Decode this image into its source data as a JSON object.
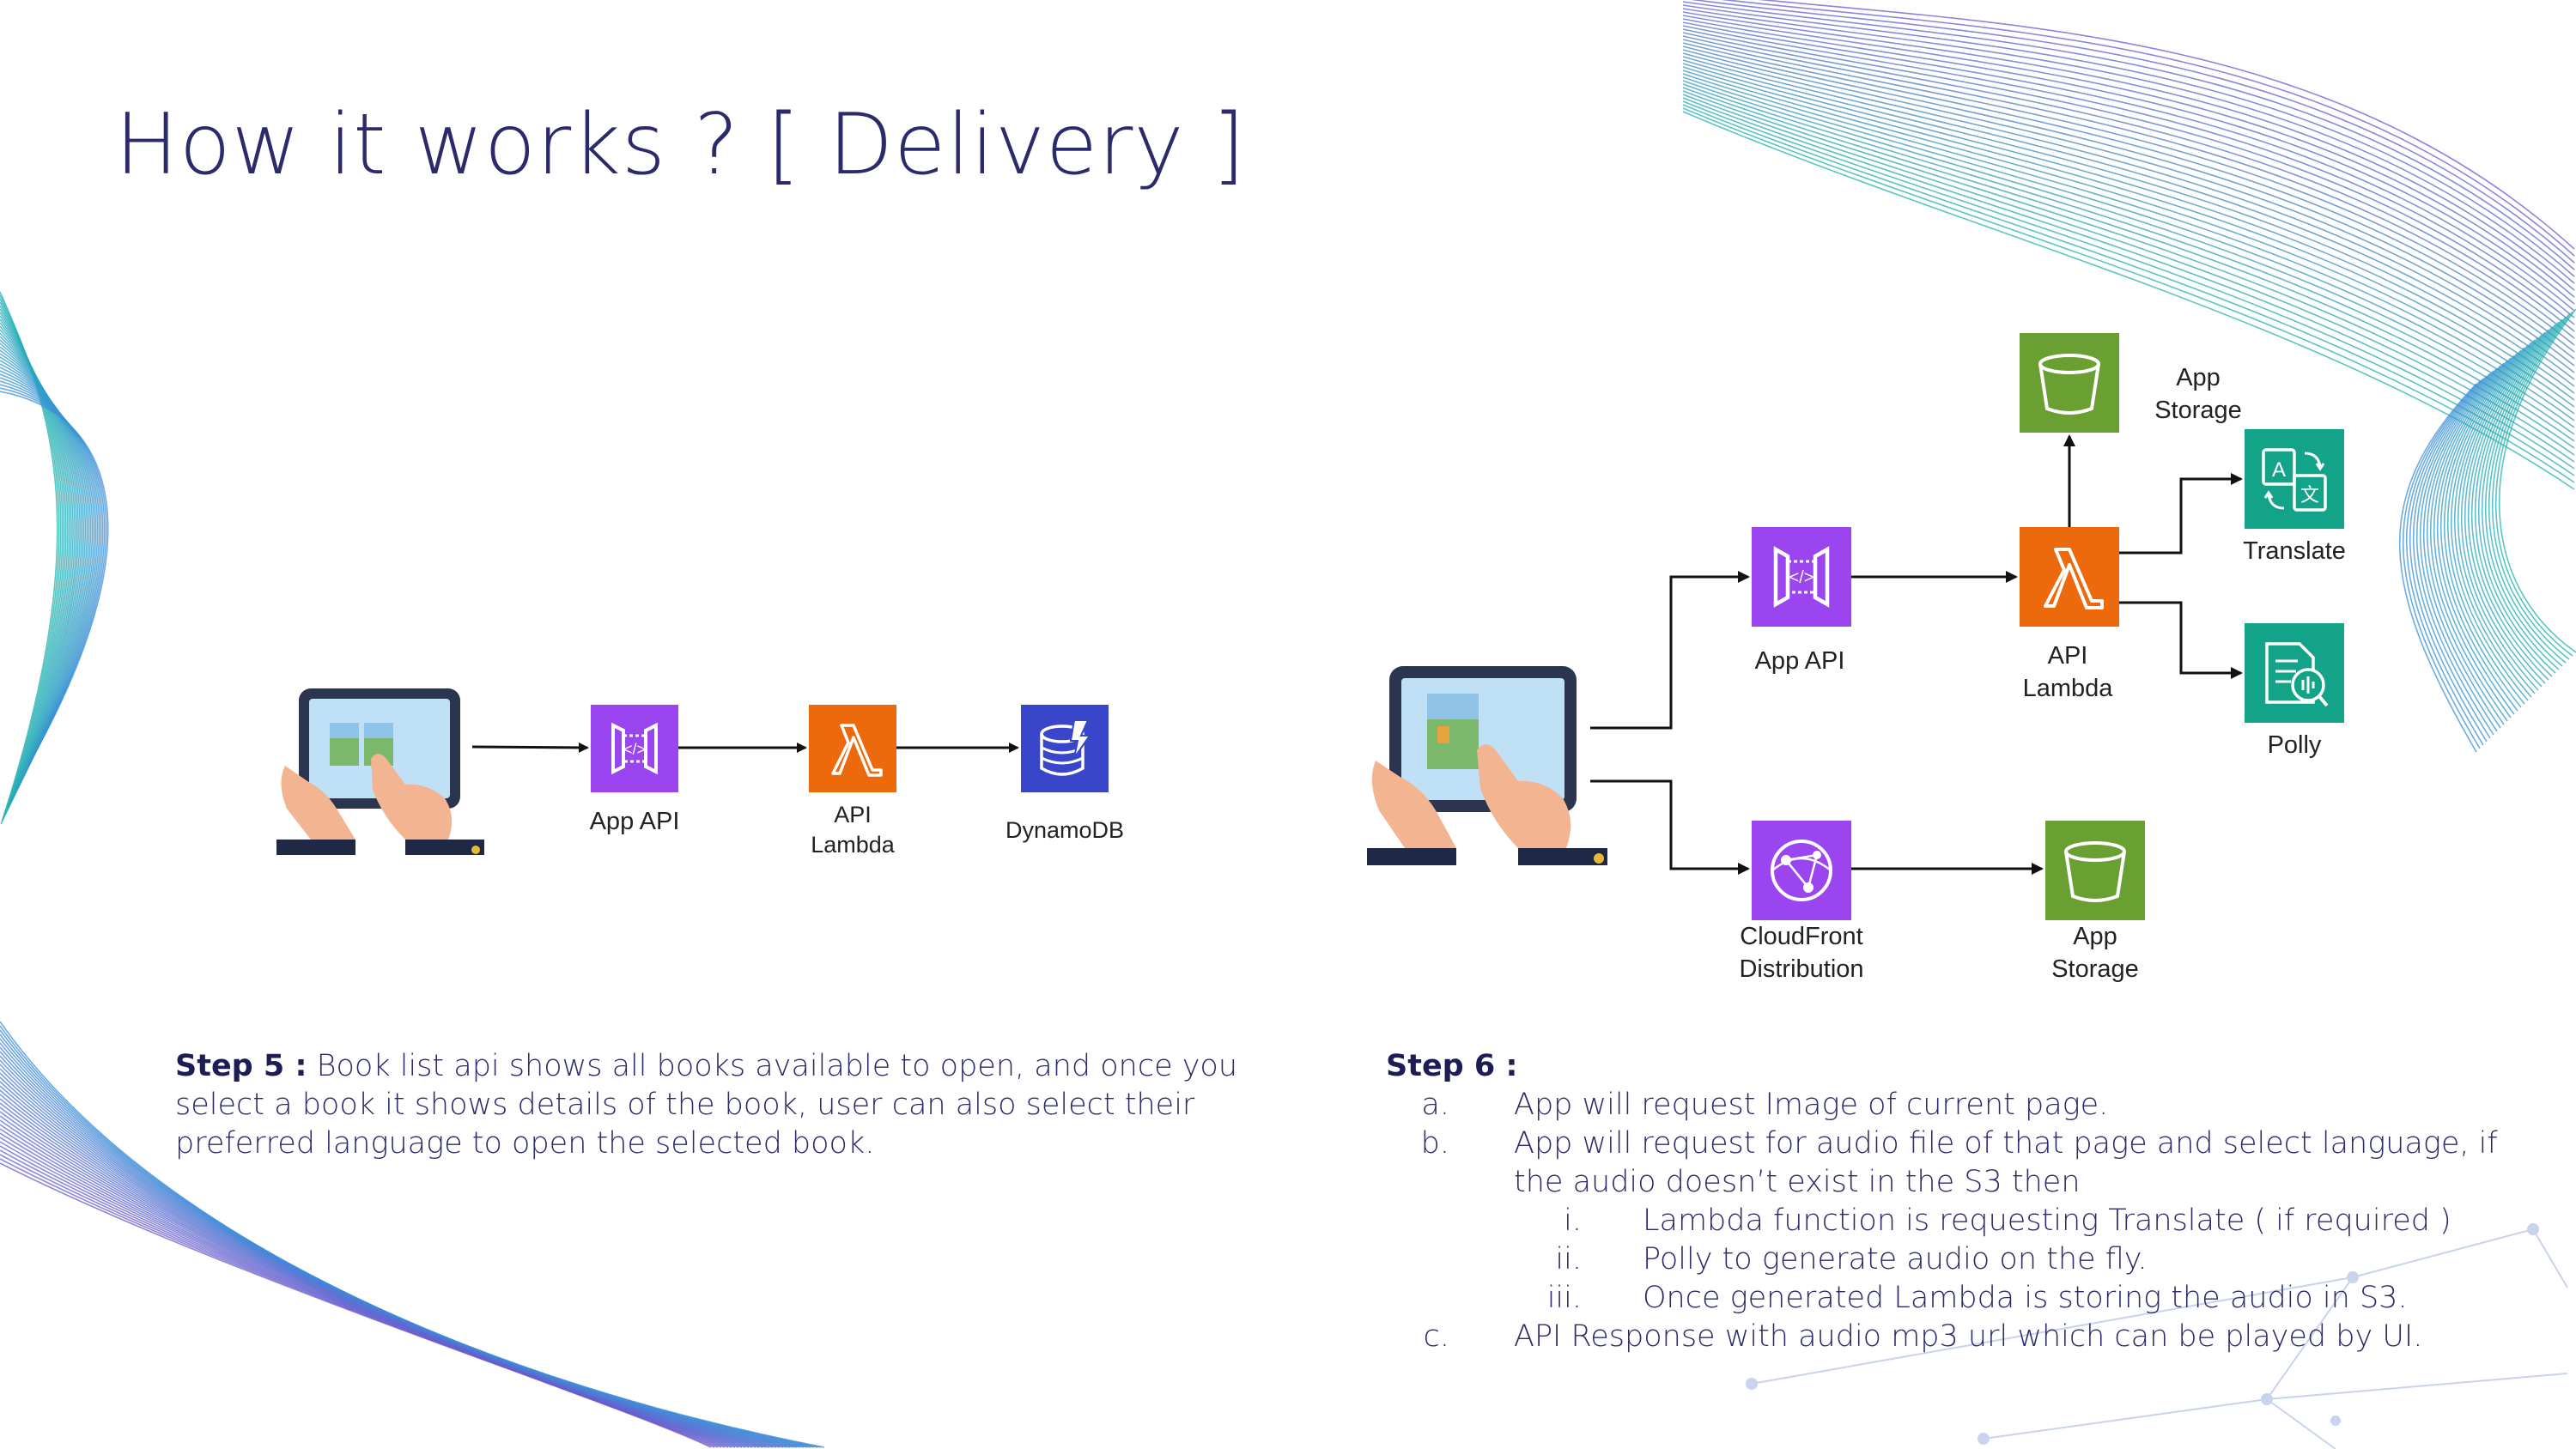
{
  "slide": {
    "title": "How it works ? [ Delivery ]"
  },
  "diagram_left": {
    "nodes": {
      "app_api": "App API",
      "api_lambda_1": "API",
      "api_lambda_2": "Lambda",
      "dynamodb": "DynamoDB"
    }
  },
  "diagram_right": {
    "nodes": {
      "app_api": "App API",
      "api_lambda_1": "API",
      "api_lambda_2": "Lambda",
      "app_storage_top_1": "App",
      "app_storage_top_2": "Storage",
      "translate": "Translate",
      "polly": "Polly",
      "cloudfront_1": "CloudFront",
      "cloudfront_2": "Distribution",
      "app_storage_bottom_1": "App",
      "app_storage_bottom_2": "Storage"
    }
  },
  "step5": {
    "label": "Step 5 :",
    "text": "Book list api shows all books available to open, and once you select a book it shows details of the book, user can also select their preferred language to open the selected book."
  },
  "step6": {
    "label": "Step 6 :",
    "items": [
      {
        "marker": "a.",
        "text": "App will request Image of current page."
      },
      {
        "marker": "b.",
        "text": "App will request for audio file of that page and select language, if",
        "cont": "the audio doesn’t exist in the S3 then"
      },
      {
        "marker": "c.",
        "text": "API Response with audio mp3 url which can be played by UI."
      }
    ],
    "subitems": [
      {
        "marker": "i.",
        "text": "Lambda function is requesting Translate ( if required )"
      },
      {
        "marker": "ii.",
        "text": "Polly to generate audio on the fly."
      },
      {
        "marker": "iii.",
        "text": "Once generated Lambda is storing the audio in S3."
      }
    ]
  },
  "colors": {
    "title": "#2c2a6b",
    "api_gateway": "#9a45f0",
    "lambda": "#ed6a0c",
    "dynamodb": "#3a46c9",
    "s3": "#6aa032",
    "ml_service": "#13a389",
    "cloudfront": "#9a45f0",
    "wave_blue": "#3c8fd8",
    "wave_purple": "#6a5acd",
    "wave_teal": "#22b3b0"
  }
}
